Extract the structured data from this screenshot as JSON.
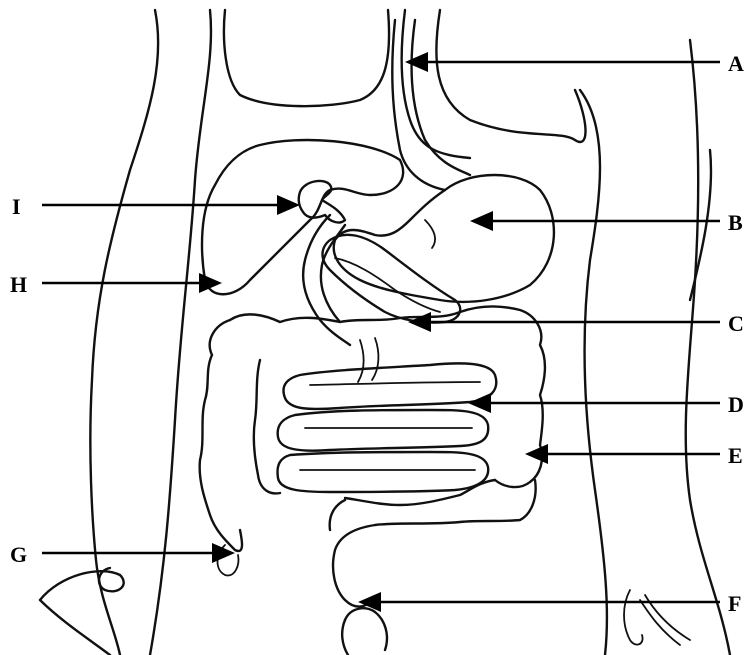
{
  "labels": {
    "A": "A",
    "B": "B",
    "C": "C",
    "D": "D",
    "E": "E",
    "F": "F",
    "G": "G",
    "H": "H",
    "I": "I"
  },
  "colors": {
    "ink": "#111111",
    "background": "#ffffff"
  }
}
